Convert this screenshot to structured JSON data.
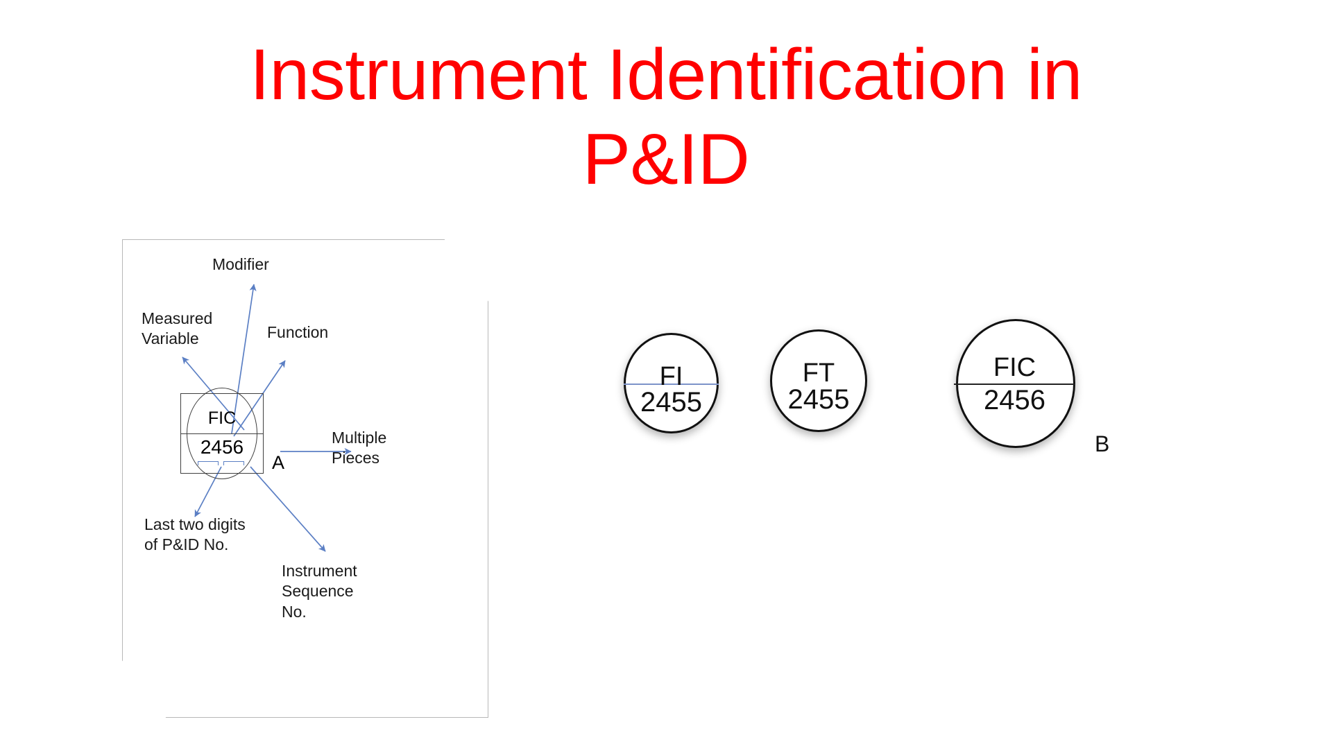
{
  "slide": {
    "title": "Instrument Identification in\nP&ID",
    "title_color": "#ff0000"
  },
  "legend_panel": {
    "callouts": [
      {
        "id": "modifier",
        "label": "Modifier"
      },
      {
        "id": "measured-variable",
        "label": "Measured\nVariable"
      },
      {
        "id": "function",
        "label": "Function"
      },
      {
        "id": "multiple-pieces",
        "label": "Multiple\nPieces"
      },
      {
        "id": "last-two-digits",
        "label": "Last two digits\nof P&ID No."
      },
      {
        "id": "instrument-sequence",
        "label": "Instrument\nSequence\nNo."
      }
    ],
    "bubble": {
      "tag": "FIC",
      "number": "2456"
    },
    "marker": "A",
    "arrow_color": "#5b7fc4",
    "outline_color": "#b8b8b8"
  },
  "instruments": [
    {
      "id": "fi-2455",
      "tag": "FI",
      "number": "2455",
      "shape": "circle",
      "divider": true,
      "divider_color": "#7c93c9"
    },
    {
      "id": "ft-2455",
      "tag": "FT",
      "number": "2455",
      "shape": "circle",
      "divider": false
    },
    {
      "id": "fic-2456",
      "tag": "FIC",
      "number": "2456",
      "shape": "circle-in-square",
      "divider": true,
      "divider_color": "#222222",
      "marker": "B"
    }
  ]
}
